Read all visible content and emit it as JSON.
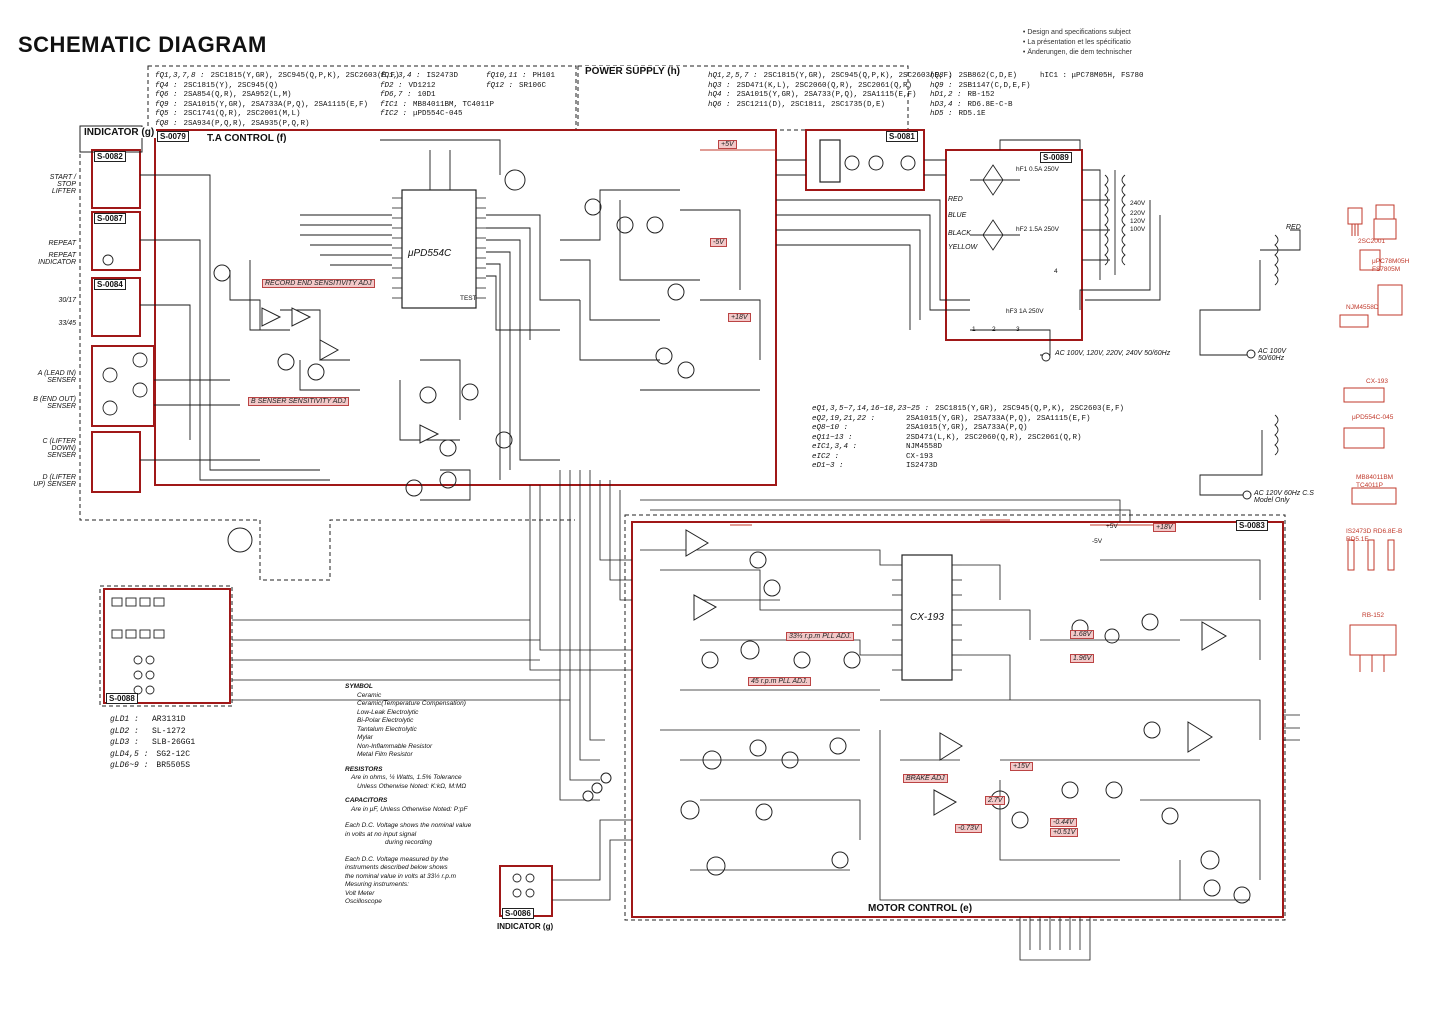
{
  "title": "SCHEMATIC DIAGRAM",
  "notes": [
    "Design and specifications subject",
    "La présentation et les spécificatio",
    "Änderungen, die dem technischer"
  ],
  "ta_parts": [
    {
      "k": "fQ1,3,7,8 :",
      "v": "2SC1815(Y,GR), 2SC945(Q,P,K), 2SC2603(E,F)"
    },
    {
      "k": "fQ4 :",
      "v": "2SC1815(Y), 2SC945(Q)"
    },
    {
      "k": "fQ6 :",
      "v": "2SA854(Q,R), 2SA952(L,M)"
    },
    {
      "k": "fQ9 :",
      "v": "2SA1015(Y,GR), 2SA733A(P,Q), 2SA1115(E,F)"
    },
    {
      "k": "fQ5 :",
      "v": "2SC1741(Q,R), 2SC2001(M,L)"
    },
    {
      "k": "fQ8 :",
      "v": "2SA934(P,Q,R), 2SA935(P,Q,R)"
    }
  ],
  "ta_parts2": [
    {
      "k": "fD1,3,4 :",
      "v": "IS2473D"
    },
    {
      "k": "fD2 :",
      "v": "VD1212"
    },
    {
      "k": "fD6,7 :",
      "v": "10D1"
    },
    {
      "k": "fIC1 :",
      "v": "MB84011BM, TC4011P"
    },
    {
      "k": "fIC2 :",
      "v": "μPD554C-045"
    }
  ],
  "ta_parts3": [
    {
      "k": "fQ10,11 :",
      "v": "PH101"
    },
    {
      "k": "fQ12 :",
      "v": "SR106C"
    }
  ],
  "ps_parts": [
    {
      "k": "hQ1,2,5,7 :",
      "v": "2SC1815(Y,GR), 2SC945(Q,P,K), 2SC2603(E,F)"
    },
    {
      "k": "hQ3 :",
      "v": "2SD471(K,L), 2SC2060(Q,R), 2SC2061(Q,R)"
    },
    {
      "k": "hQ4 :",
      "v": "2SA1015(Y,GR), 2SA733(P,Q), 2SA1115(E,F)"
    },
    {
      "k": "hQ6 :",
      "v": "2SC1211(D), 2SC1811, 2SC1735(D,E)"
    }
  ],
  "ps_parts2": [
    {
      "k": "hQ8 :",
      "v": "2SB862(C,D,E)"
    },
    {
      "k": "hQ9 :",
      "v": "2SB1147(C,D,E,F)"
    },
    {
      "k": "hD1,2 :",
      "v": "RB-152"
    },
    {
      "k": "hD3,4 :",
      "v": "RD6.8E-C-B"
    },
    {
      "k": "hD5 :",
      "v": "RD5.1E"
    }
  ],
  "ps_ic": "hIC1 : μPC78M05H, FS780",
  "mc_parts": [
    {
      "k": "eQ1,3,5~7,14,16~18,23~25 :",
      "v": "2SC1815(Y,GR), 2SC945(Q,P,K), 2SC2603(E,F)"
    },
    {
      "k": "eQ2,19,21,22 :",
      "v": "2SA1015(Y,GR), 2SA733A(P,Q), 2SA1115(E,F)"
    },
    {
      "k": "eQ8~10 :",
      "v": "2SA1015(Y,GR), 2SA733A(P,Q)"
    },
    {
      "k": "eQ11~13 :",
      "v": "2SD471(L,K), 2SC2060(Q,R), 2SC2061(Q,R)"
    },
    {
      "k": "eIC1,3,4 :",
      "v": "NJM4558D"
    },
    {
      "k": "eIC2 :",
      "v": "CX-193"
    },
    {
      "k": "eD1~3 :",
      "v": "IS2473D"
    }
  ],
  "boards": {
    "ta_control": "T.A CONTROL (f)",
    "power_supply": "POWER SUPPLY (h)",
    "motor_control": "MOTOR CONTROL (e)",
    "indicator_g": "INDICATOR (g)",
    "indicator_g2": "INDICATOR (g)"
  },
  "board_ids": {
    "s0079": "S-0079",
    "s0081": "S-0081",
    "s0089": "S-0089",
    "s0082": "S-0082",
    "s0087": "S-0087",
    "s0084": "S-0084",
    "s0083": "S-0083",
    "s0088": "S-0088",
    "s0086": "S-0086"
  },
  "ic_labels": {
    "pd554": "μPD554C",
    "cx193": "CX-193"
  },
  "left_labels": [
    "START / STOP LIFTER",
    "REPEAT",
    "REPEAT INDICATOR",
    "30/17",
    "33/45",
    "A (LEAD IN) SENSER",
    "B (END OUT) SENSER",
    "C (LIFTER DOWN) SENSER",
    "D (LIFTER UP) SENSER"
  ],
  "adjust_tags": {
    "record_end": "RECORD END SENSITIVITY ADJ",
    "b_sensor": "B SENSER SENSITIVITY ADJ",
    "pll_33": "33⅓ r.p.m PLL ADJ.",
    "pll_45": "45 r.p.m PLL ADJ.",
    "brake": "BRAKE ADJ"
  },
  "voltages": [
    "+5V",
    "-5V",
    "+18V",
    "+18V",
    "+5V",
    "-5V",
    "+15V",
    "1.68V",
    "1.96V",
    "2.7V",
    "-0.73V",
    "-0.44V",
    "+0.51V"
  ],
  "ac_labels": {
    "ac_main": "AC 100V, 120V, 220V, 240V 50/60Hz",
    "ac_100": "AC 100V 50/60Hz",
    "ac_120": "AC 120V 60Hz C.S Model Only"
  },
  "wire_colors": [
    "RED",
    "BLUE",
    "BLACK",
    "YELLOW"
  ],
  "leds": [
    {
      "k": "gLD1 :",
      "v": "AR3131D"
    },
    {
      "k": "gLD2 :",
      "v": "SL-1272"
    },
    {
      "k": "gLD3 :",
      "v": "SLB-26GG1"
    },
    {
      "k": "gLD4,5 :",
      "v": "SG2-12C"
    },
    {
      "k": "gLD6~9 :",
      "v": "BR5505S"
    }
  ],
  "legend": {
    "symbol_title": "SYMBOL",
    "symbols": [
      "Ceramic",
      "Ceramic(Temperature Compensation)",
      "Low-Leak Electrolytic",
      "Bi-Polar Electrolytic",
      "Tantalum Electrolytic",
      "Mylar",
      "Non-Inflammable Resistor",
      "Metal Film Resistor"
    ],
    "resistors_title": "RESISTORS",
    "resistors": [
      "Are in ohms, ¼ Watts, 1.5% Tolerance",
      "Unless Otherwise Noted: K:kΩ, M:MΩ"
    ],
    "capacitors_title": "CAPACITORS",
    "capacitors": [
      "Are in μF, Unless Otherwise Noted: P:pF"
    ],
    "dc_note": [
      "Each D.C. Voltage shows the nominal value",
      "in volts at no input signal",
      "during recording"
    ],
    "measure_note": [
      "Each D.C. Voltage measured by the",
      "instruments described below shows",
      "the nominal value in volts at 33⅓ r.p.m",
      "Mesuring instruments:",
      "Volt Meter",
      "Oscilloscope"
    ]
  },
  "components": {
    "transformer_taps": [
      "100V",
      "120V",
      "220V",
      "240V"
    ],
    "fuses": [
      "hF1 0.5A 250V",
      "hF2 1.5A 250V",
      "hF3 1A 250V"
    ],
    "pins": [
      "1",
      "2",
      "3",
      "4"
    ],
    "test": "TEST"
  },
  "red_devices": [
    "2SC2001",
    "μPC78M05H FS7805M",
    "NJM4558D",
    "CX-193",
    "μPD554C-045",
    "MB84011BM TC4011P",
    "IS2473D RD6.8E-B RD5.1E",
    "RB-152"
  ],
  "colors": {
    "board_border": "#a01818",
    "accent_red": "#c0392b",
    "line": "#1a1a1a",
    "highlight": "#f3c9c9"
  }
}
